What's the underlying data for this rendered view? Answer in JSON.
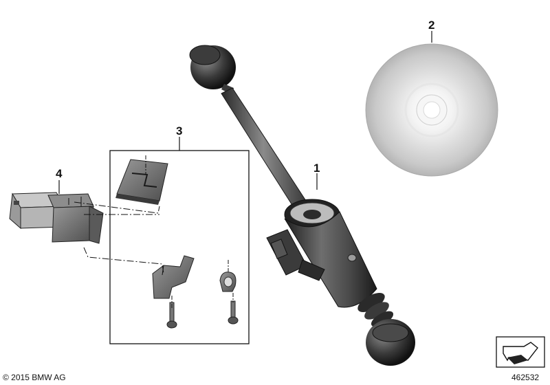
{
  "callouts": {
    "part1": "1",
    "part2": "2",
    "part3": "3",
    "part4": "4"
  },
  "footer": {
    "copyright": "© 2015 BMW AG",
    "doc_number": "462532"
  },
  "icons": [
    "navigation-arrow-icon"
  ]
}
